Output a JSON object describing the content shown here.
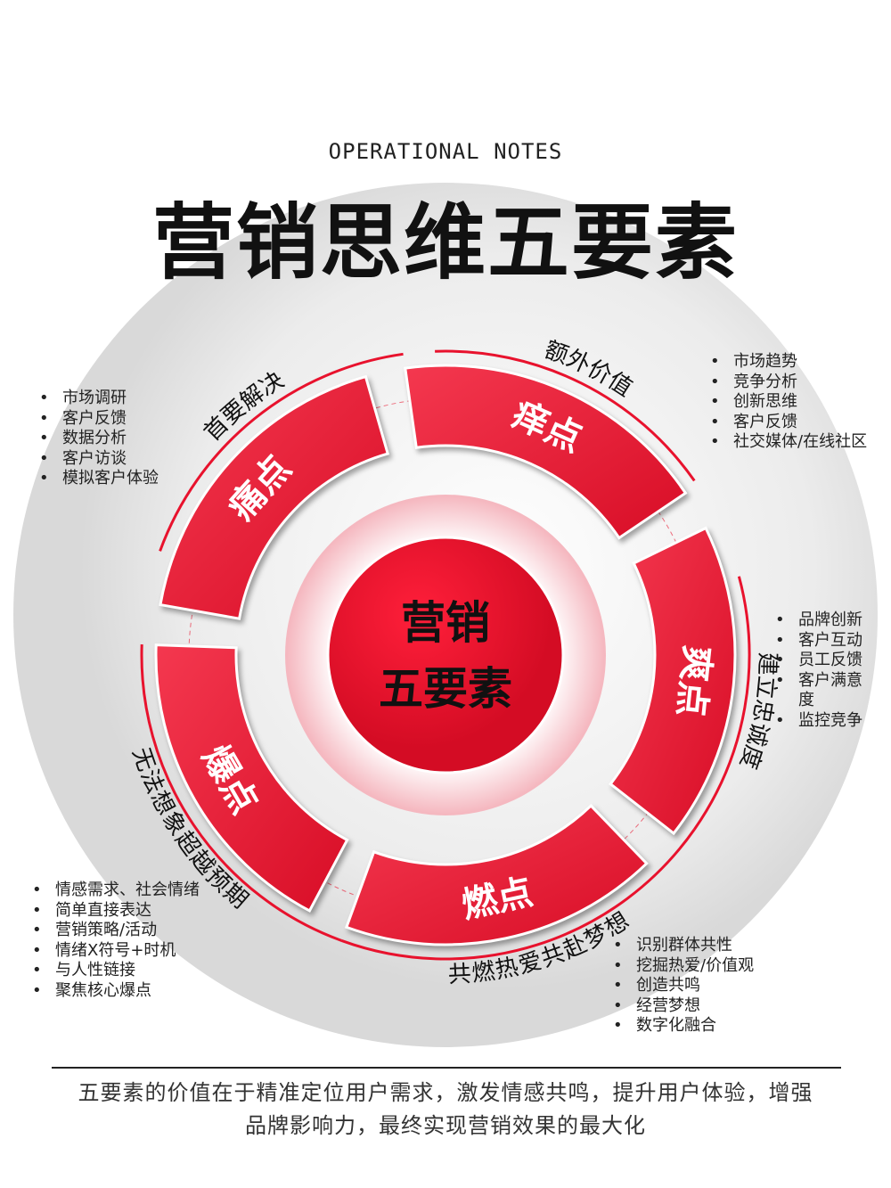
{
  "header": {
    "subtitle": "OPERATIONAL NOTES",
    "title": "营销思维五要素"
  },
  "center": {
    "line1": "营销",
    "line2": "五要素"
  },
  "colors": {
    "accent": "#e8122d",
    "dark_red": "#b50c22",
    "text": "#222222"
  },
  "segments": [
    {
      "label": "痛点",
      "arc_label": "首要解决",
      "notes": [
        "市场调研",
        "客户反馈",
        "数据分析",
        "客户访谈",
        "模拟客户体验"
      ]
    },
    {
      "label": "痒点",
      "arc_label": "额外价值",
      "notes": [
        "市场趋势",
        "竞争分析",
        "创新思维",
        "客户反馈",
        "社交媒体/在线社区"
      ]
    },
    {
      "label": "爽点",
      "arc_label": "建立忠诚度",
      "notes": [
        "品牌创新",
        "客户互动",
        "员工反馈",
        "客户满意度",
        "监控竞争"
      ]
    },
    {
      "label": "燃点",
      "arc_label": "共燃热爱共赴梦想",
      "notes": [
        "识别群体共性",
        "挖掘热爱/价值观",
        "创造共鸣",
        "经营梦想",
        "数字化融合"
      ]
    },
    {
      "label": "爆点",
      "arc_label": "无法想象超越预期",
      "notes": [
        "情感需求、社会情绪",
        "简单直接表达",
        "营销策略/活动",
        "情绪X符号+时机",
        "与人性链接",
        "聚焦核心爆点"
      ]
    }
  ],
  "footer": {
    "summary_line1": "五要素的价值在于精准定位用户需求，激发情感共鸣，提升用户体验，增强",
    "summary_line2": "品牌影响力，最终实现营销效果的最大化"
  }
}
